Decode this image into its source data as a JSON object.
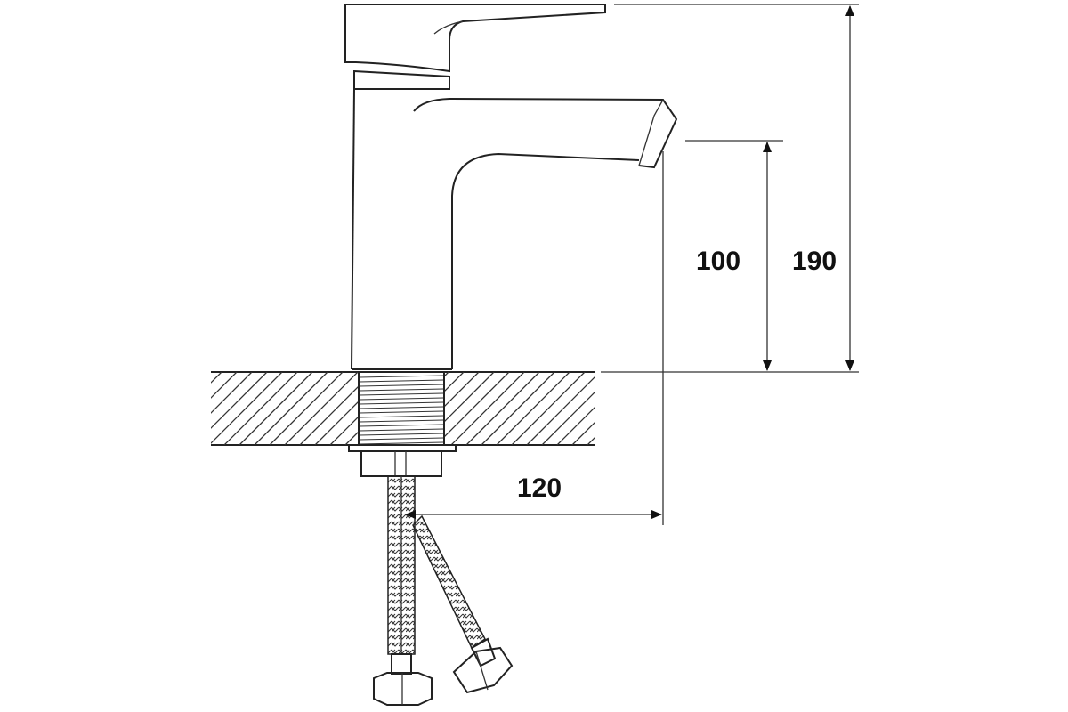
{
  "dimensions": {
    "spout_height": "100",
    "total_height": "190",
    "spout_reach": "120"
  },
  "colors": {
    "line": "#222222",
    "background": "#ffffff"
  }
}
